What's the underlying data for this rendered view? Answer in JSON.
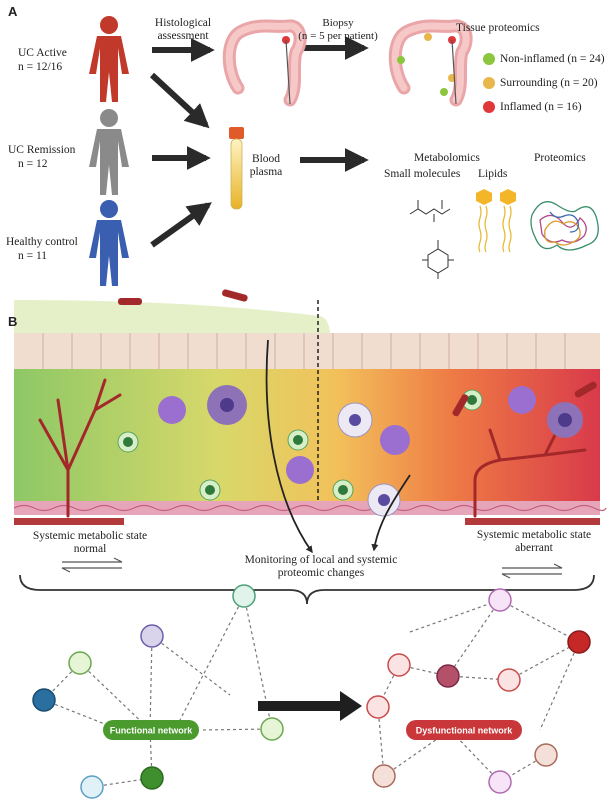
{
  "panel_a": {
    "label": "A",
    "groups": [
      {
        "name": "UC Active",
        "n": "n = 12/16",
        "color": "#c0392b"
      },
      {
        "name": "UC Remission",
        "n": "n = 12",
        "color": "#8a8a8a"
      },
      {
        "name": "Healthy control",
        "n": "n = 11",
        "color": "#3a5fb0"
      }
    ],
    "histological": "Histological\nassessment",
    "biopsy": "Biopsy\n(n = 5 per patient)",
    "tissue_title": "Tissue proteomics",
    "legend": [
      {
        "label": "Non-inflamed (n = 24)",
        "color": "#8cc63f"
      },
      {
        "label": "Surrounding (n = 20)",
        "color": "#e8b64a"
      },
      {
        "label": "Inflamed (n = 16)",
        "color": "#e0383a"
      }
    ],
    "blood": "Blood\nplasma",
    "metabolomics": "Metabolomics",
    "small_molecules": "Small molecules",
    "lipids": "Lipids",
    "proteomics": "Proteomics"
  },
  "panel_b": {
    "label": "B",
    "state_normal": "Systemic metabolic state\nnormal",
    "state_aberrant": "Systemic metabolic state\naberrant",
    "monitoring": "Monitoring of local and systemic\nproteomic changes",
    "functional": "Functional network",
    "dysfunctional": "Dysfunctional network"
  },
  "colors": {
    "functional_pill": "#4a9a2e",
    "dysfunctional_pill": "#c9373a",
    "arrow": "#2a2a2a"
  }
}
